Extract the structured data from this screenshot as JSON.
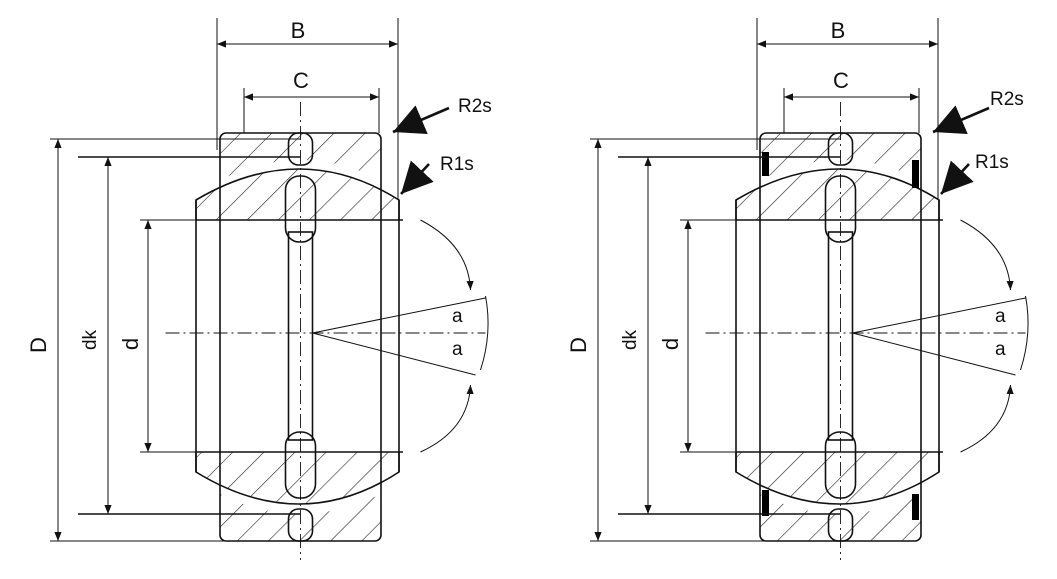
{
  "diagrams": [
    {
      "name": "left",
      "labels": {
        "B": "B",
        "C": "C",
        "R2s": "R2s",
        "R1s": "R1s",
        "D": "D",
        "dk": "dk",
        "d": "d",
        "a1": "a",
        "a2": "a"
      },
      "seals": false
    },
    {
      "name": "right",
      "labels": {
        "B": "B",
        "C": "C",
        "R2s": "R2s",
        "R1s": "R1s",
        "D": "D",
        "dk": "dk",
        "d": "d",
        "a1": "a",
        "a2": "a"
      },
      "seals": true
    }
  ],
  "colors": {
    "line": "#111111",
    "hatch": "#222222",
    "seal": "#000000"
  }
}
